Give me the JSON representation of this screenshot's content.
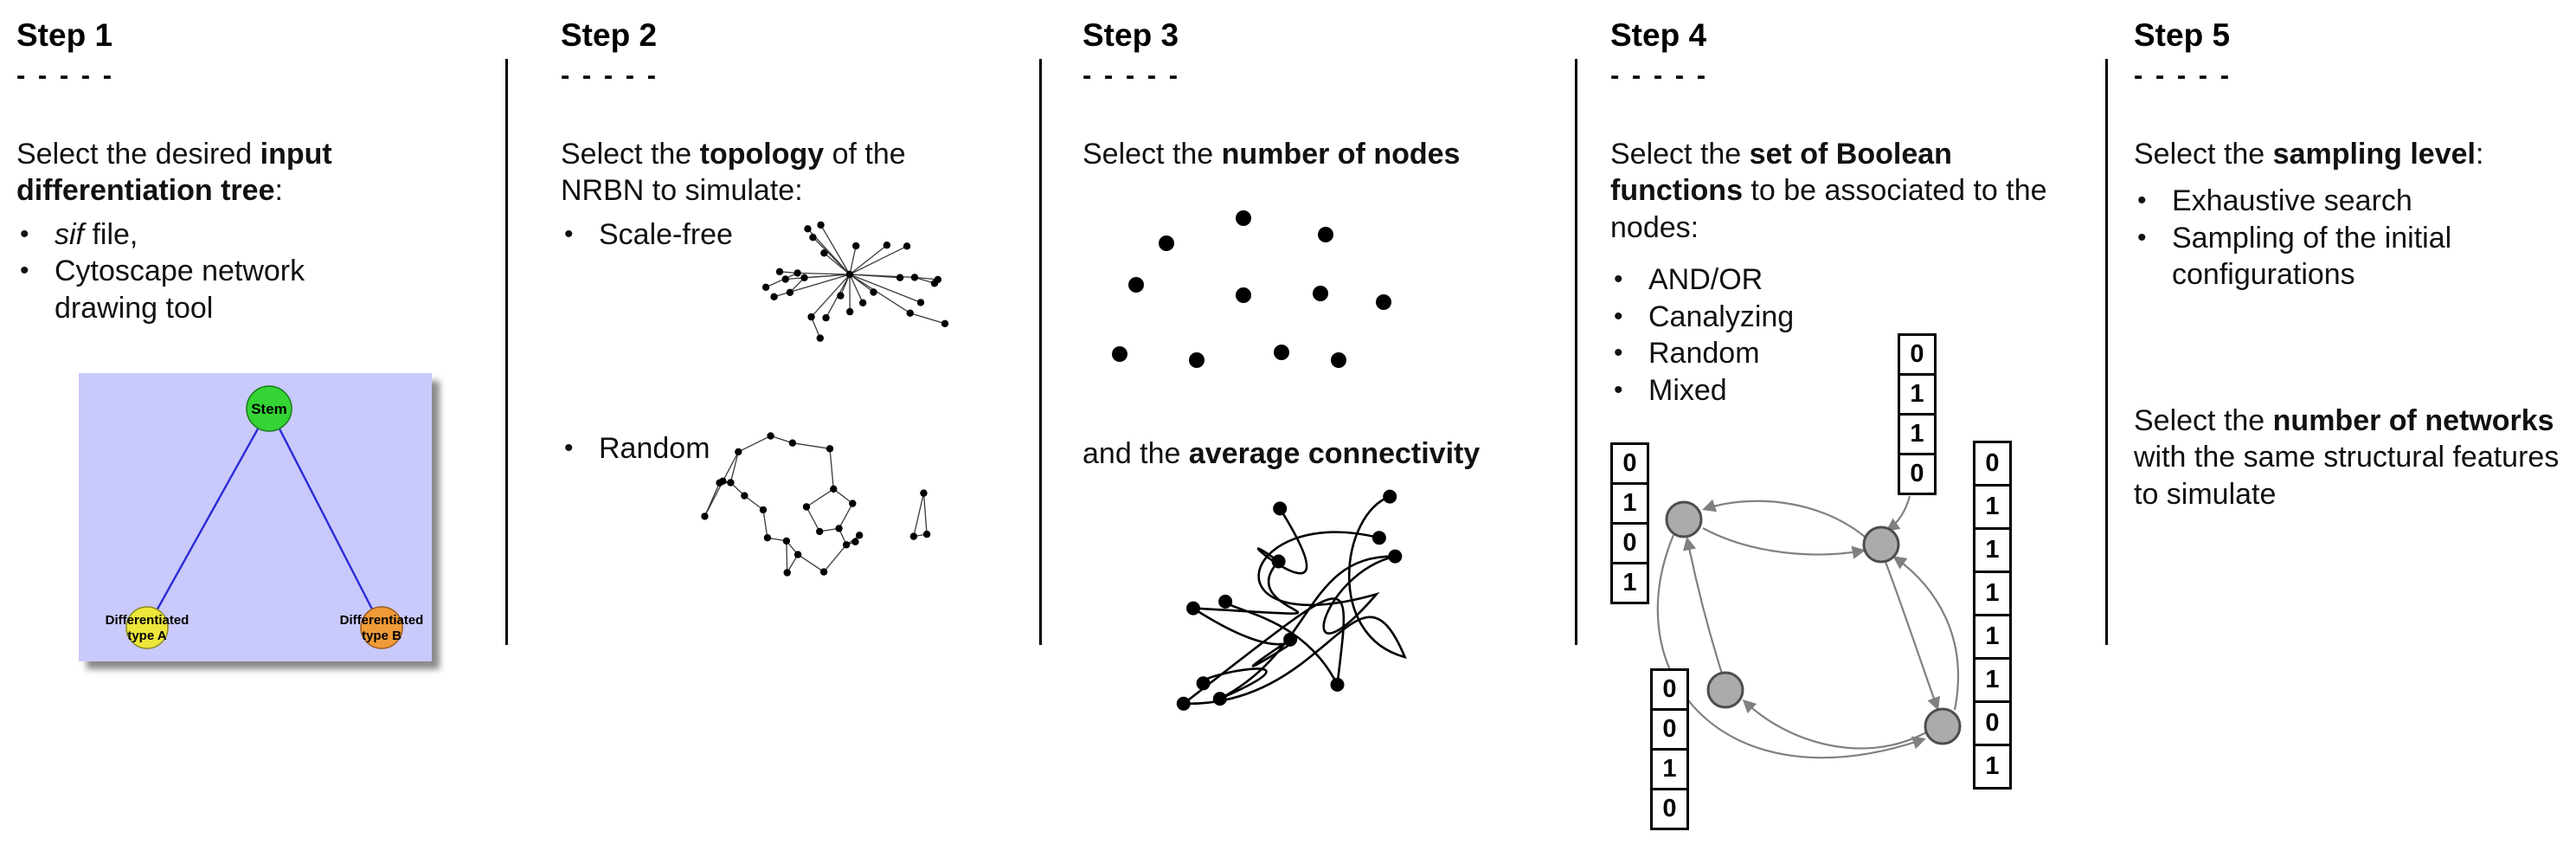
{
  "ui": {
    "bullet": "•"
  },
  "step1": {
    "title": "Step 1",
    "dashes": "- - - - -",
    "intro": {
      "pre": "Select the desired ",
      "bold": "input differentiation tree",
      "post": ":"
    },
    "bullet1": {
      "italic": "sif",
      "rest": " file,"
    },
    "bullet2": "Cytoscape network drawing tool",
    "tree": {
      "stem": "Stem",
      "left_line1": "Differentiated",
      "left_line2": "type A",
      "right_line1": "Differentiated",
      "right_line2": "type B",
      "colors": {
        "background": "#c9c9fb",
        "stem": "#35d435",
        "left": "#ede63b",
        "right": "#f09a38",
        "edge": "#2b2bd5"
      }
    }
  },
  "step2": {
    "title": "Step 2",
    "dashes": "- - - - -",
    "intro": {
      "pre": "Select the ",
      "bold": "topology",
      "post": " of the NRBN to simulate:"
    },
    "bullets": [
      "Scale-free",
      "Random"
    ]
  },
  "step3": {
    "title": "Step 3",
    "dashes": "- - - - -",
    "line1": {
      "pre": "Select the ",
      "bold": "number of nodes",
      "post": ""
    },
    "line2": {
      "pre": "and the ",
      "bold": "average connectivity",
      "post": ""
    }
  },
  "step4": {
    "title": "Step 4",
    "dashes": "- - - - -",
    "intro": {
      "pre": "Select the ",
      "bold": "set of Boolean functions",
      "post": " to be associated to the nodes:"
    },
    "bullets": [
      "AND/OR",
      "Canalyzing",
      "Random",
      "Mixed"
    ],
    "truth_tables": {
      "left": [
        "0",
        "1",
        "0",
        "1"
      ],
      "top": [
        "0",
        "1",
        "1",
        "0"
      ],
      "bottom": [
        "0",
        "0",
        "1",
        "0"
      ],
      "right": [
        "0",
        "1",
        "1",
        "1",
        "1",
        "1",
        "0",
        "1"
      ]
    }
  },
  "step5": {
    "title": "Step 5",
    "dashes": "- - - - -",
    "intro": {
      "pre": "Select the ",
      "bold": "sampling level",
      "post": ":"
    },
    "bullets": [
      "Exhaustive search",
      "Sampling of the initial configurations"
    ],
    "para2": {
      "pre": "Select the ",
      "bold": "number of networks",
      "post": " with the same structural features to simulate"
    }
  }
}
